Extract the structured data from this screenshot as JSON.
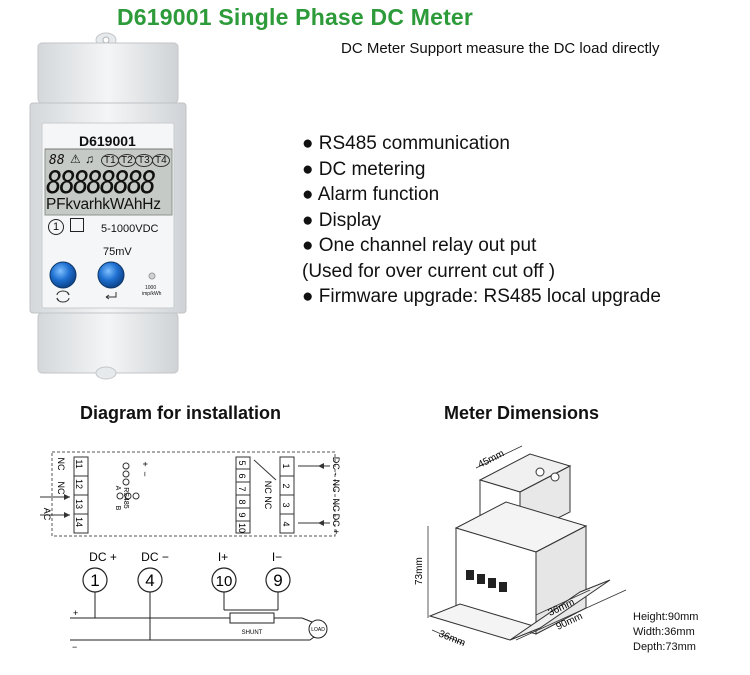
{
  "header": {
    "title": "D619001  Single Phase DC Meter",
    "subtitle": "DC Meter Support measure the DC load directly"
  },
  "meter_face": {
    "model": "D619001",
    "lcd_top": "88",
    "lcd_t1": "T1",
    "lcd_t2": "T2",
    "lcd_t3": "T3",
    "lcd_t4": "T4",
    "lcd_digits": "88888888",
    "lcd_units": "PFkvarhkWAhHz",
    "class_mark": "1",
    "voltage_range": "5-1000VDC",
    "shunt_voltage": "75mV",
    "impulse_line1": "1000",
    "impulse_line2": "imp/kWh"
  },
  "features": [
    "● RS485 communication",
    "● DC metering",
    "● Alarm function",
    "● Display",
    "● One channel relay out put",
    "(Used for over current cut off )",
    "● Firmware upgrade: RS485 local upgrade"
  ],
  "installation": {
    "heading": "Diagram for installation",
    "terminals_left": [
      "11",
      "12",
      "13",
      "14"
    ],
    "terminals_mid": [
      "5",
      "6",
      "7",
      "8",
      "9",
      "10"
    ],
    "terminals_right": [
      "1",
      "2",
      "3",
      "4"
    ],
    "left_labels": [
      "NC",
      "NC",
      "AC"
    ],
    "right_labels": [
      "DC -",
      "NC",
      "NC",
      "DC +"
    ],
    "relay_label": "NC NC",
    "rs485_label": "RS485",
    "a_label": "A",
    "b_label": "B",
    "plus_label": "+",
    "minus_label": "−",
    "circuit": {
      "labels": [
        "DC +",
        "DC −",
        "I+",
        "I−"
      ],
      "terminals": [
        "1",
        "4",
        "10",
        "9"
      ],
      "shunt": "SHUNT",
      "load": "LOAD",
      "plus": "+",
      "minus": "−"
    }
  },
  "dimensions": {
    "heading": "Meter Dimensions",
    "top": "45mm",
    "height": "73mm",
    "depth_small": "36mm",
    "width_big": "90mm",
    "front": "36mm",
    "legend": [
      "Height:90mm",
      "Width:36mm",
      "Depth:73mm"
    ]
  },
  "colors": {
    "title": "#2e9b3a",
    "lcd": "#c9cdc9",
    "button": "#1e6fd0",
    "housing": "#e9ecee"
  }
}
